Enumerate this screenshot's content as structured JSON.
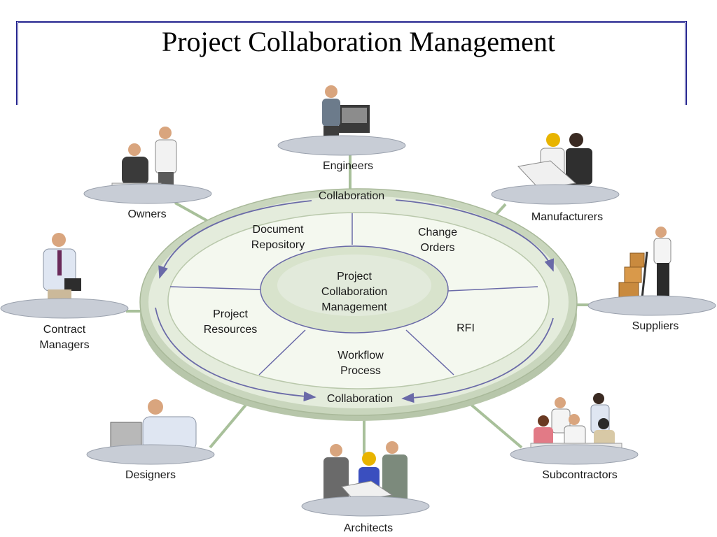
{
  "title": "Project Collaboration Management",
  "center": {
    "lines": [
      "Project",
      "Collaboration",
      "Management"
    ]
  },
  "ring": {
    "top_label": "Collaboration",
    "bottom_label": "Collaboration"
  },
  "sections": {
    "document_repository": [
      "Document",
      "Repository"
    ],
    "change_orders": [
      "Change",
      "Orders"
    ],
    "project_resources": [
      "Project",
      "Resources"
    ],
    "rfi": [
      "RFI"
    ],
    "workflow_process": [
      "Workflow",
      "Process"
    ]
  },
  "stakeholders": {
    "engineers": [
      "Engineers"
    ],
    "owners": [
      "Owners"
    ],
    "manufacturers": [
      "Manufacturers"
    ],
    "contract_managers": [
      "Contract",
      "Managers"
    ],
    "suppliers": [
      "Suppliers"
    ],
    "designers": [
      "Designers"
    ],
    "subcontractors": [
      "Subcontractors"
    ],
    "architects": [
      "Architects"
    ]
  },
  "colors": {
    "title_border": "#1a1a8a",
    "ring_fill": "#c9d6bd",
    "ring_light": "#e4ecdc",
    "inner_fill": "#f4f8ef",
    "center_fill": "#d8e3cc",
    "spoke": "#a8c09a",
    "arrow": "#6a6aa8",
    "platform": "#c8cdd6"
  }
}
